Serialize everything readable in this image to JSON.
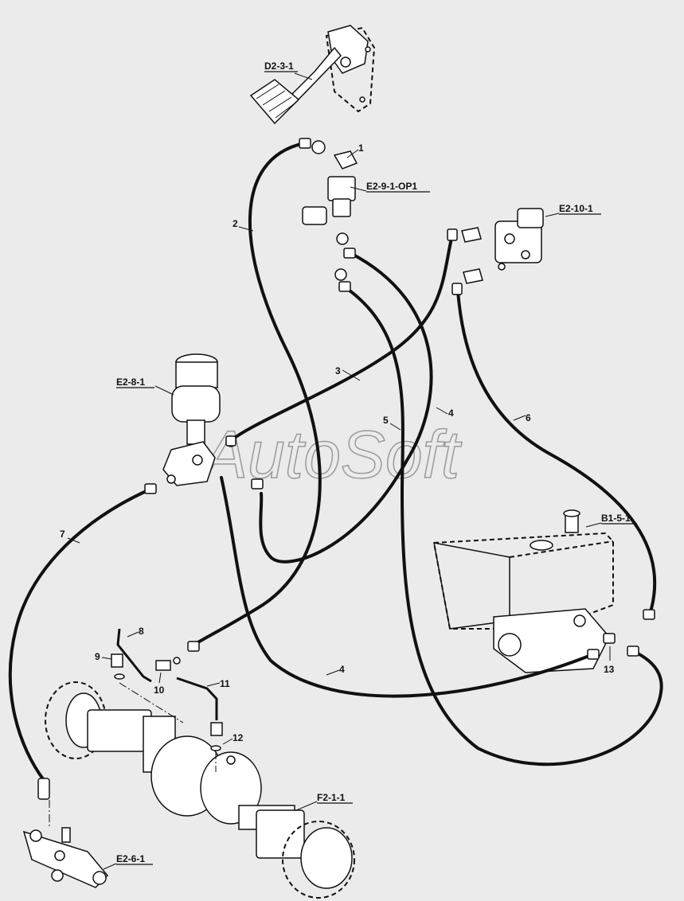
{
  "watermark": "AutoSoft",
  "assemblies": {
    "pedal": "D2-3-1",
    "valve_op": "E2-9-1-OP1",
    "pump": "E2-10-1",
    "reservoir_valve": "E2-8-1",
    "tank": "B1-5-1",
    "axle": "F2-1-1",
    "manifold": "E2-6-1"
  },
  "callouts": {
    "n1": "1",
    "n2": "2",
    "n3": "3",
    "n4a": "4",
    "n4b": "4",
    "n5": "5",
    "n6": "6",
    "n7": "7",
    "n8": "8",
    "n9": "9",
    "n10": "10",
    "n11": "11",
    "n12": "12",
    "n13": "13"
  }
}
